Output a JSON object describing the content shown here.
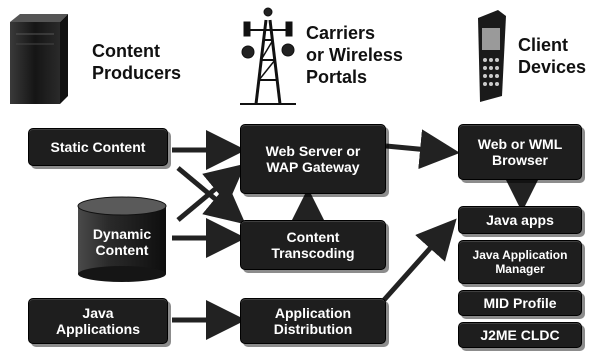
{
  "headers": {
    "content_producers": "Content\nProducers",
    "carriers": "Carriers\nor Wireless\nPortals",
    "client_devices": "Client\nDevices"
  },
  "nodes": {
    "static_content": "Static Content",
    "dynamic_content": "Dynamic\nContent",
    "java_applications": "Java\nApplications",
    "web_server": "Web Server or\nWAP Gateway",
    "content_transcoding": "Content\nTranscoding",
    "application_distribution": "Application\nDistribution",
    "web_browser": "Web or WML\nBrowser",
    "java_apps": "Java apps",
    "java_app_manager": "Java Application\nManager",
    "mid_profile": "MID Profile",
    "j2me_cldc": "J2ME CLDC"
  },
  "colors": {
    "node_fill": "#1e1e1e",
    "node_text": "#ffffff",
    "arrow": "#222222",
    "header_text": "#111111"
  },
  "icons": {
    "content_producers": "server-tower-icon",
    "carriers": "cell-tower-icon",
    "client_devices": "mobile-phone-icon"
  }
}
